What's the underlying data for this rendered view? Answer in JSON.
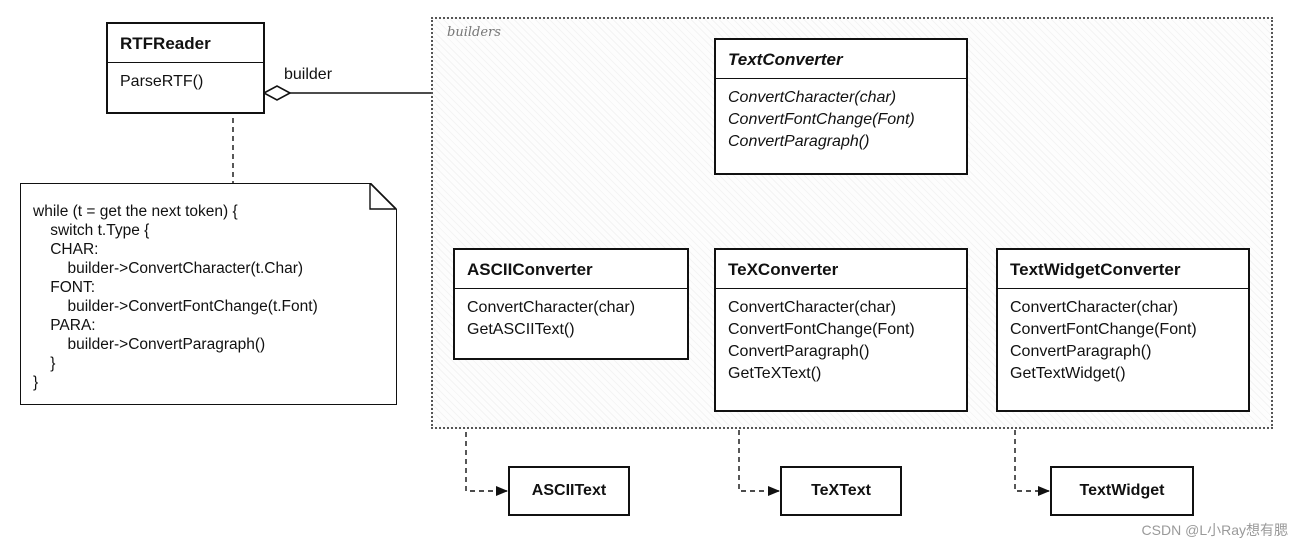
{
  "package": {
    "label": "builders"
  },
  "reader": {
    "name": "RTFReader",
    "operations": [
      "ParseRTF()"
    ]
  },
  "association": {
    "role": "builder"
  },
  "note": {
    "lines": [
      "while (t = get the next token) {",
      "    switch t.Type {",
      "    CHAR:",
      "        builder->ConvertCharacter(t.Char)",
      "    FONT:",
      "        builder->ConvertFontChange(t.Font)",
      "    PARA:",
      "        builder->ConvertParagraph()",
      "    }",
      "}"
    ]
  },
  "abstract_builder": {
    "name": "TextConverter",
    "operations": [
      "ConvertCharacter(char)",
      "ConvertFontChange(Font)",
      "ConvertParagraph()"
    ]
  },
  "builders": [
    {
      "name": "ASCIIConverter",
      "operations": [
        "ConvertCharacter(char)",
        "GetASCIIText()"
      ]
    },
    {
      "name": "TeXConverter",
      "operations": [
        "ConvertCharacter(char)",
        "ConvertFontChange(Font)",
        "ConvertParagraph()",
        "GetTeXText()"
      ]
    },
    {
      "name": "TextWidgetConverter",
      "operations": [
        "ConvertCharacter(char)",
        "ConvertFontChange(Font)",
        "ConvertParagraph()",
        "GetTextWidget()"
      ]
    }
  ],
  "products": [
    {
      "name": "ASCIIText"
    },
    {
      "name": "TeXText"
    },
    {
      "name": "TextWidget"
    }
  ],
  "watermark": "CSDN @L小Ray想有腮"
}
